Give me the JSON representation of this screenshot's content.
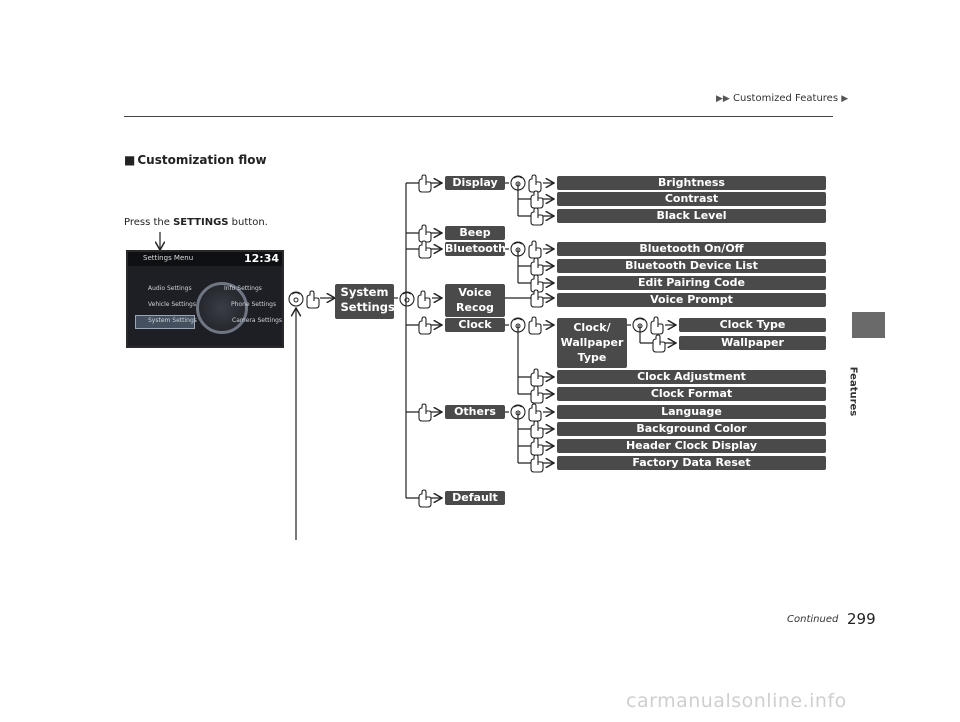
{
  "header": {
    "breadcrumb": "Customized Features"
  },
  "side_tab": {
    "label": "Features"
  },
  "section_title": "Customization flow",
  "instruction": {
    "prefix": "Press the ",
    "button_name": "SETTINGS",
    "suffix": " button."
  },
  "screen": {
    "title": "Settings Menu",
    "clock": "12:34",
    "items": {
      "audio": "Audio Settings",
      "info": "Info Settings",
      "vehicle": "Vehicle Settings",
      "phone": "Phone Settings",
      "system": "System Settings",
      "camera": "Camera Settings"
    }
  },
  "flow": {
    "root": "System Settings",
    "level1": {
      "display": "Display",
      "beep": "Beep",
      "bluetooth": "Bluetooth",
      "voice": "Voice Recog",
      "clock": "Clock",
      "others": "Others",
      "default": "Default"
    },
    "display_items": [
      "Brightness",
      "Contrast",
      "Black Level"
    ],
    "bluetooth_items": [
      "Bluetooth On/Off",
      "Bluetooth Device List",
      "Edit Pairing Code"
    ],
    "voice_items": [
      "Voice Prompt"
    ],
    "clock_sub": "Clock/ Wallpaper Type",
    "clock_sub_items": [
      "Clock Type",
      "Wallpaper"
    ],
    "clock_items": [
      "Clock Adjustment",
      "Clock Format"
    ],
    "others_items": [
      "Language",
      "Background Color",
      "Header Clock Display",
      "Factory Data Reset"
    ]
  },
  "footer": {
    "continued": "Continued",
    "page_number": "299"
  },
  "watermark": "carmanualsonline.info"
}
